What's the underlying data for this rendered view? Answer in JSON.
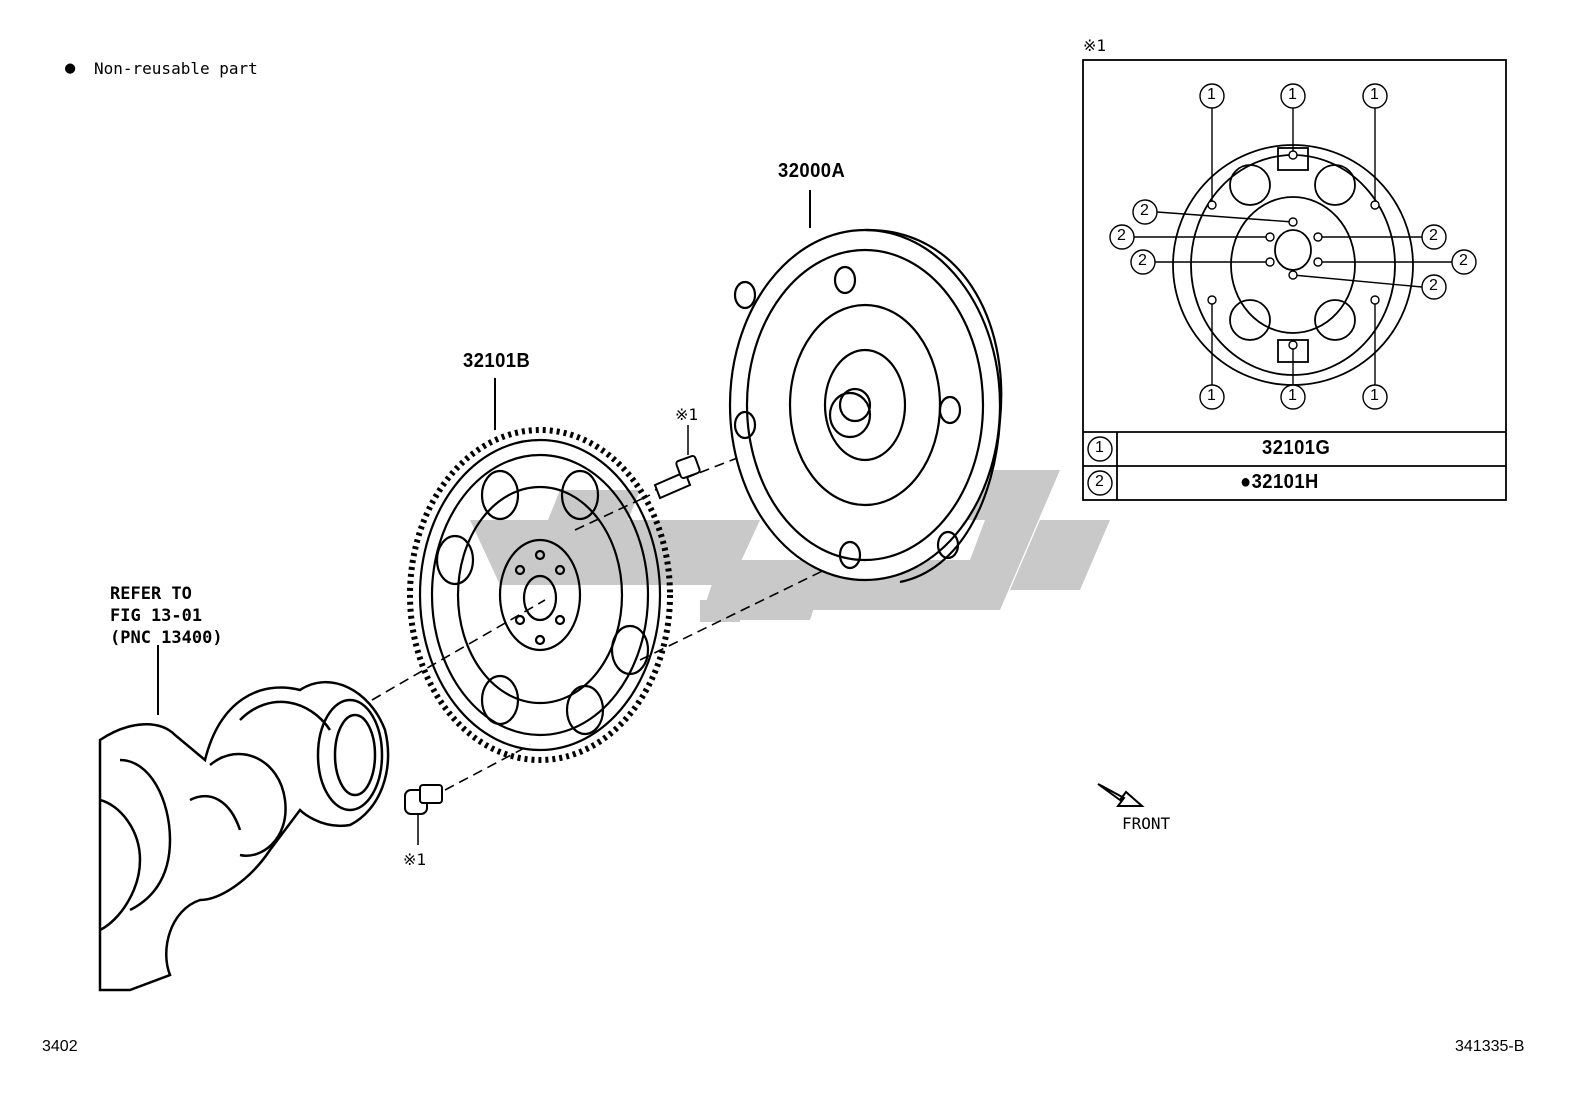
{
  "legend": {
    "bullet": "●",
    "label": "Non-reusable part"
  },
  "parts": {
    "torque_converter": "32000A",
    "drive_plate": "32101B",
    "bolt_ref_upper": "※1",
    "bolt_ref_lower": "※1"
  },
  "reference": {
    "line1": "REFER TO",
    "line2": "FIG 13-01",
    "line3": "(PNC 13400)"
  },
  "detail_view": {
    "title": "※1",
    "callout_1": "1",
    "callout_2": "2",
    "table": [
      {
        "key": "1",
        "value": "32101G"
      },
      {
        "key": "2",
        "value": "●32101H"
      }
    ]
  },
  "front_label": "FRONT",
  "footer": {
    "left": "3402",
    "right": "341335-B"
  },
  "colors": {
    "line": "#000000",
    "watermark": "#c8c8c8",
    "background": "#ffffff"
  }
}
